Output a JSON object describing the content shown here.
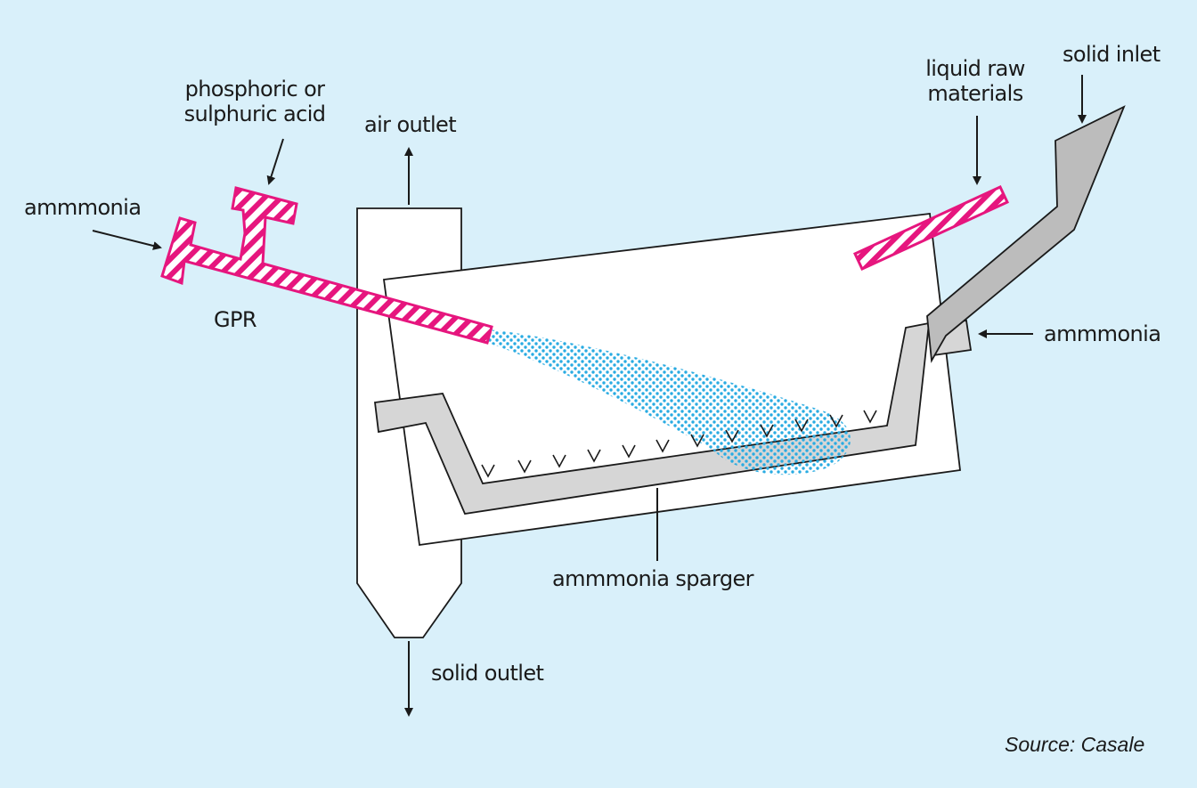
{
  "labels": {
    "acid_line1": "phosphoric or",
    "acid_line2": "sulphuric acid",
    "ammonia_left": "ammmonia",
    "gpr": "GPR",
    "air_outlet": "air outlet",
    "liquid_line1": "liquid raw",
    "liquid_line2": "materials",
    "solid_inlet": "solid inlet",
    "ammonia_right": "ammmonia",
    "sparger": "ammmonia sparger",
    "solid_outlet": "solid outlet"
  },
  "source": "Source: Casale",
  "colors": {
    "background": "#d9f0fa",
    "pipe": "#e6167e",
    "spray": "#29abe2",
    "sparger_fill": "#d6d6d6",
    "chute_fill": "#bcbcbc"
  }
}
